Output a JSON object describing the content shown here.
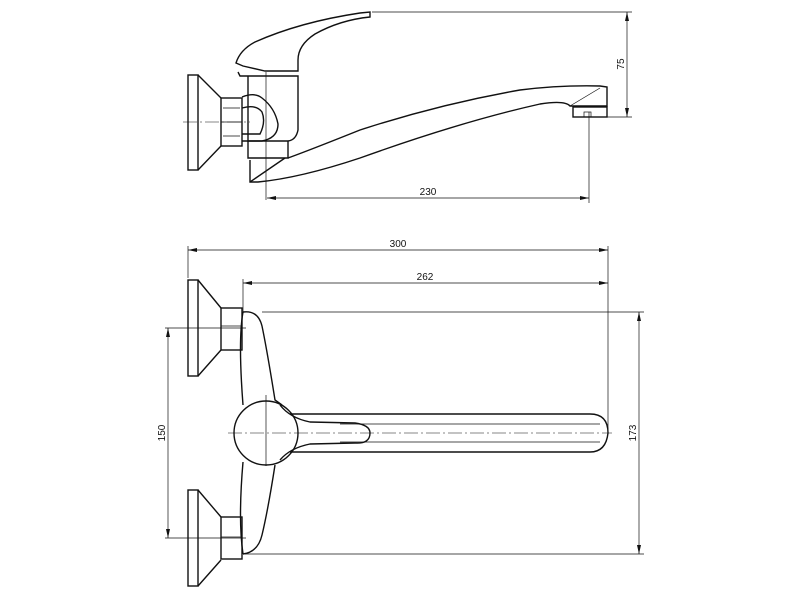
{
  "drawing": {
    "side_view": {
      "dimensions": {
        "spout_reach": "230",
        "height": "75"
      }
    },
    "top_view": {
      "dimensions": {
        "overall_width": "300",
        "spout_length": "262",
        "inlet_spacing": "150",
        "overall_depth": "173"
      }
    },
    "line_color": "#111111"
  }
}
